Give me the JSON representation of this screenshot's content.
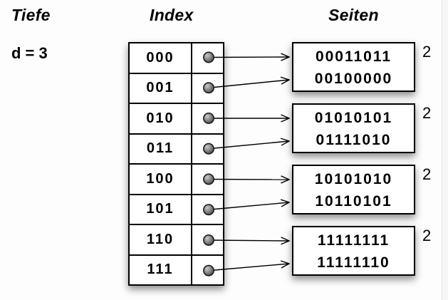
{
  "labels": {
    "depth_title": "Tiefe",
    "index_title": "Index",
    "pages_title": "Seiten",
    "depth_value": "d = 3"
  },
  "index_table": {
    "rows": [
      {
        "bits": "000"
      },
      {
        "bits": "001"
      },
      {
        "bits": "010"
      },
      {
        "bits": "011"
      },
      {
        "bits": "100"
      },
      {
        "bits": "101"
      },
      {
        "bits": "110"
      },
      {
        "bits": "111"
      }
    ]
  },
  "pages": [
    {
      "values": [
        "00011011",
        "00100000"
      ],
      "local_depth": "2"
    },
    {
      "values": [
        "01010101",
        "01111010"
      ],
      "local_depth": "2"
    },
    {
      "values": [
        "10101010",
        "10110101"
      ],
      "local_depth": "2"
    },
    {
      "values": [
        "11111111",
        "11111110"
      ],
      "local_depth": "2"
    }
  ],
  "connections": [
    {
      "from_row": 0,
      "to_page": 0,
      "slot": 0
    },
    {
      "from_row": 1,
      "to_page": 0,
      "slot": 1
    },
    {
      "from_row": 2,
      "to_page": 1,
      "slot": 0
    },
    {
      "from_row": 3,
      "to_page": 1,
      "slot": 1
    },
    {
      "from_row": 4,
      "to_page": 2,
      "slot": 0
    },
    {
      "from_row": 5,
      "to_page": 2,
      "slot": 1
    },
    {
      "from_row": 6,
      "to_page": 3,
      "slot": 0
    },
    {
      "from_row": 7,
      "to_page": 3,
      "slot": 1
    }
  ],
  "icons": {
    "pointer_dot": "filled-gray-sphere",
    "arrow": "open-head-right-arrow"
  },
  "colors": {
    "ink": "#000000",
    "box_fill": "#ffffff",
    "dot_gray": "#8a8a8a",
    "background": "#fdfdfd"
  }
}
